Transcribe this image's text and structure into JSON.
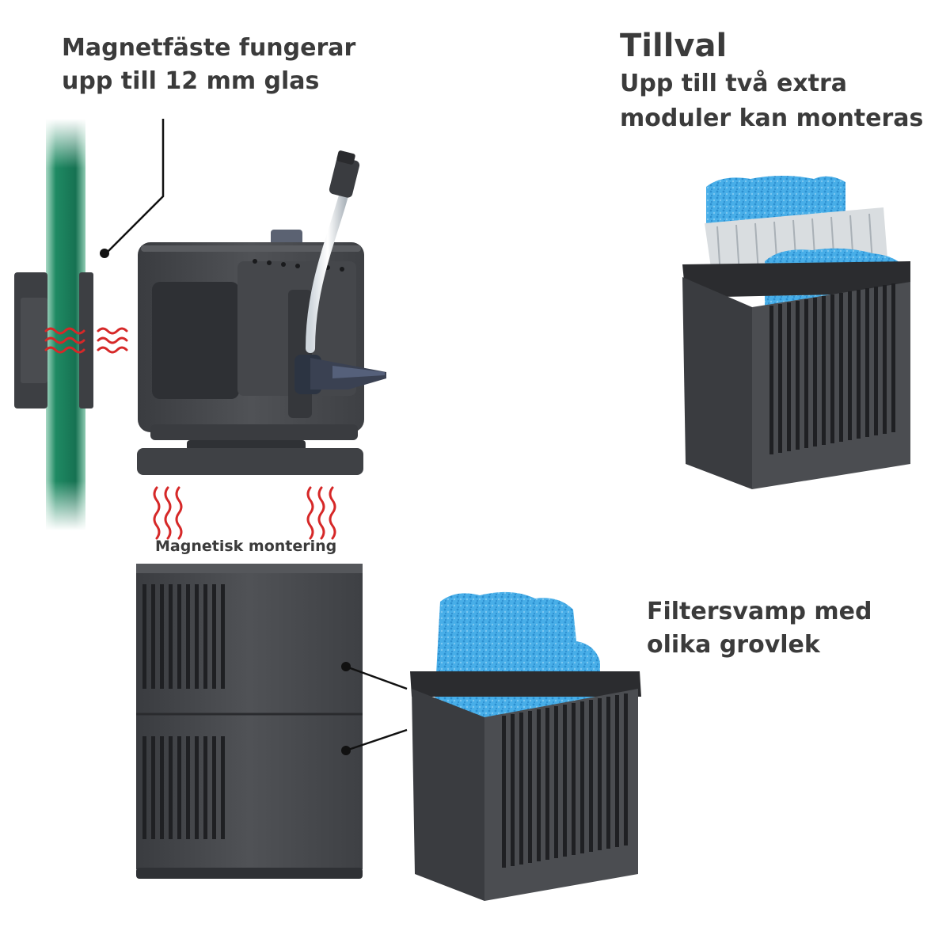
{
  "captions": {
    "magnet_line1": "Magnetfäste fungerar",
    "magnet_line2": "upp till 12 mm glas",
    "option_title": "Tillval",
    "option_line1": "Upp till två extra",
    "option_line2": "moduler kan monteras",
    "mount_label": "Magnetisk montering",
    "sponge_line1": "Filtersvamp med",
    "sponge_line2": "olika grovlek"
  },
  "colors": {
    "text": "#3b3b3b",
    "housing": "#4a4c50",
    "housing_dark": "#34363a",
    "glass": "#1f8a63",
    "sponge": "#3fa9e6",
    "waves": "#d62828"
  }
}
